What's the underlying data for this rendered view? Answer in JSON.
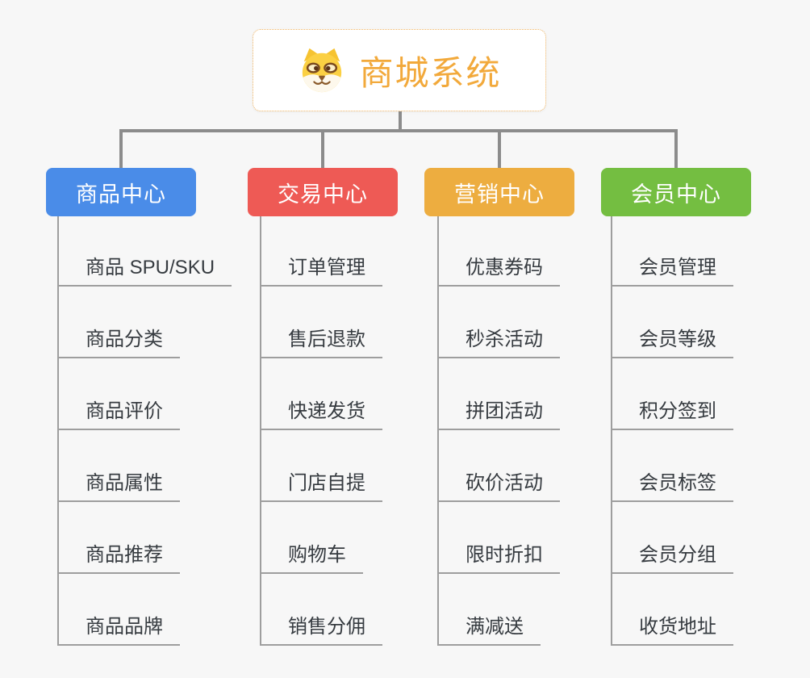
{
  "page": {
    "background": "#f7f7f7"
  },
  "root": {
    "label": "商城系统",
    "icon": "dog-face-icon",
    "text_color": "#f2a93b",
    "border_color": "#efb565",
    "background": "#ffffff"
  },
  "connectors": {
    "tree_line_color": "#8c8c8c",
    "child_line_color": "#9e9e9e"
  },
  "branches": [
    {
      "label": "商品中心",
      "color": "#4a8ce8",
      "children": [
        "商品 SPU/SKU",
        "商品分类",
        "商品评价",
        "商品属性",
        "商品推荐",
        "商品品牌"
      ]
    },
    {
      "label": "交易中心",
      "color": "#ee5a55",
      "children": [
        "订单管理",
        "售后退款",
        "快递发货",
        "门店自提",
        "购物车",
        "销售分佣"
      ]
    },
    {
      "label": "营销中心",
      "color": "#edad40",
      "children": [
        "优惠券码",
        "秒杀活动",
        "拼团活动",
        "砍价活动",
        "限时折扣",
        "满减送"
      ]
    },
    {
      "label": "会员中心",
      "color": "#74be41",
      "children": [
        "会员管理",
        "会员等级",
        "积分签到",
        "会员标签",
        "会员分组",
        "收货地址"
      ]
    }
  ]
}
